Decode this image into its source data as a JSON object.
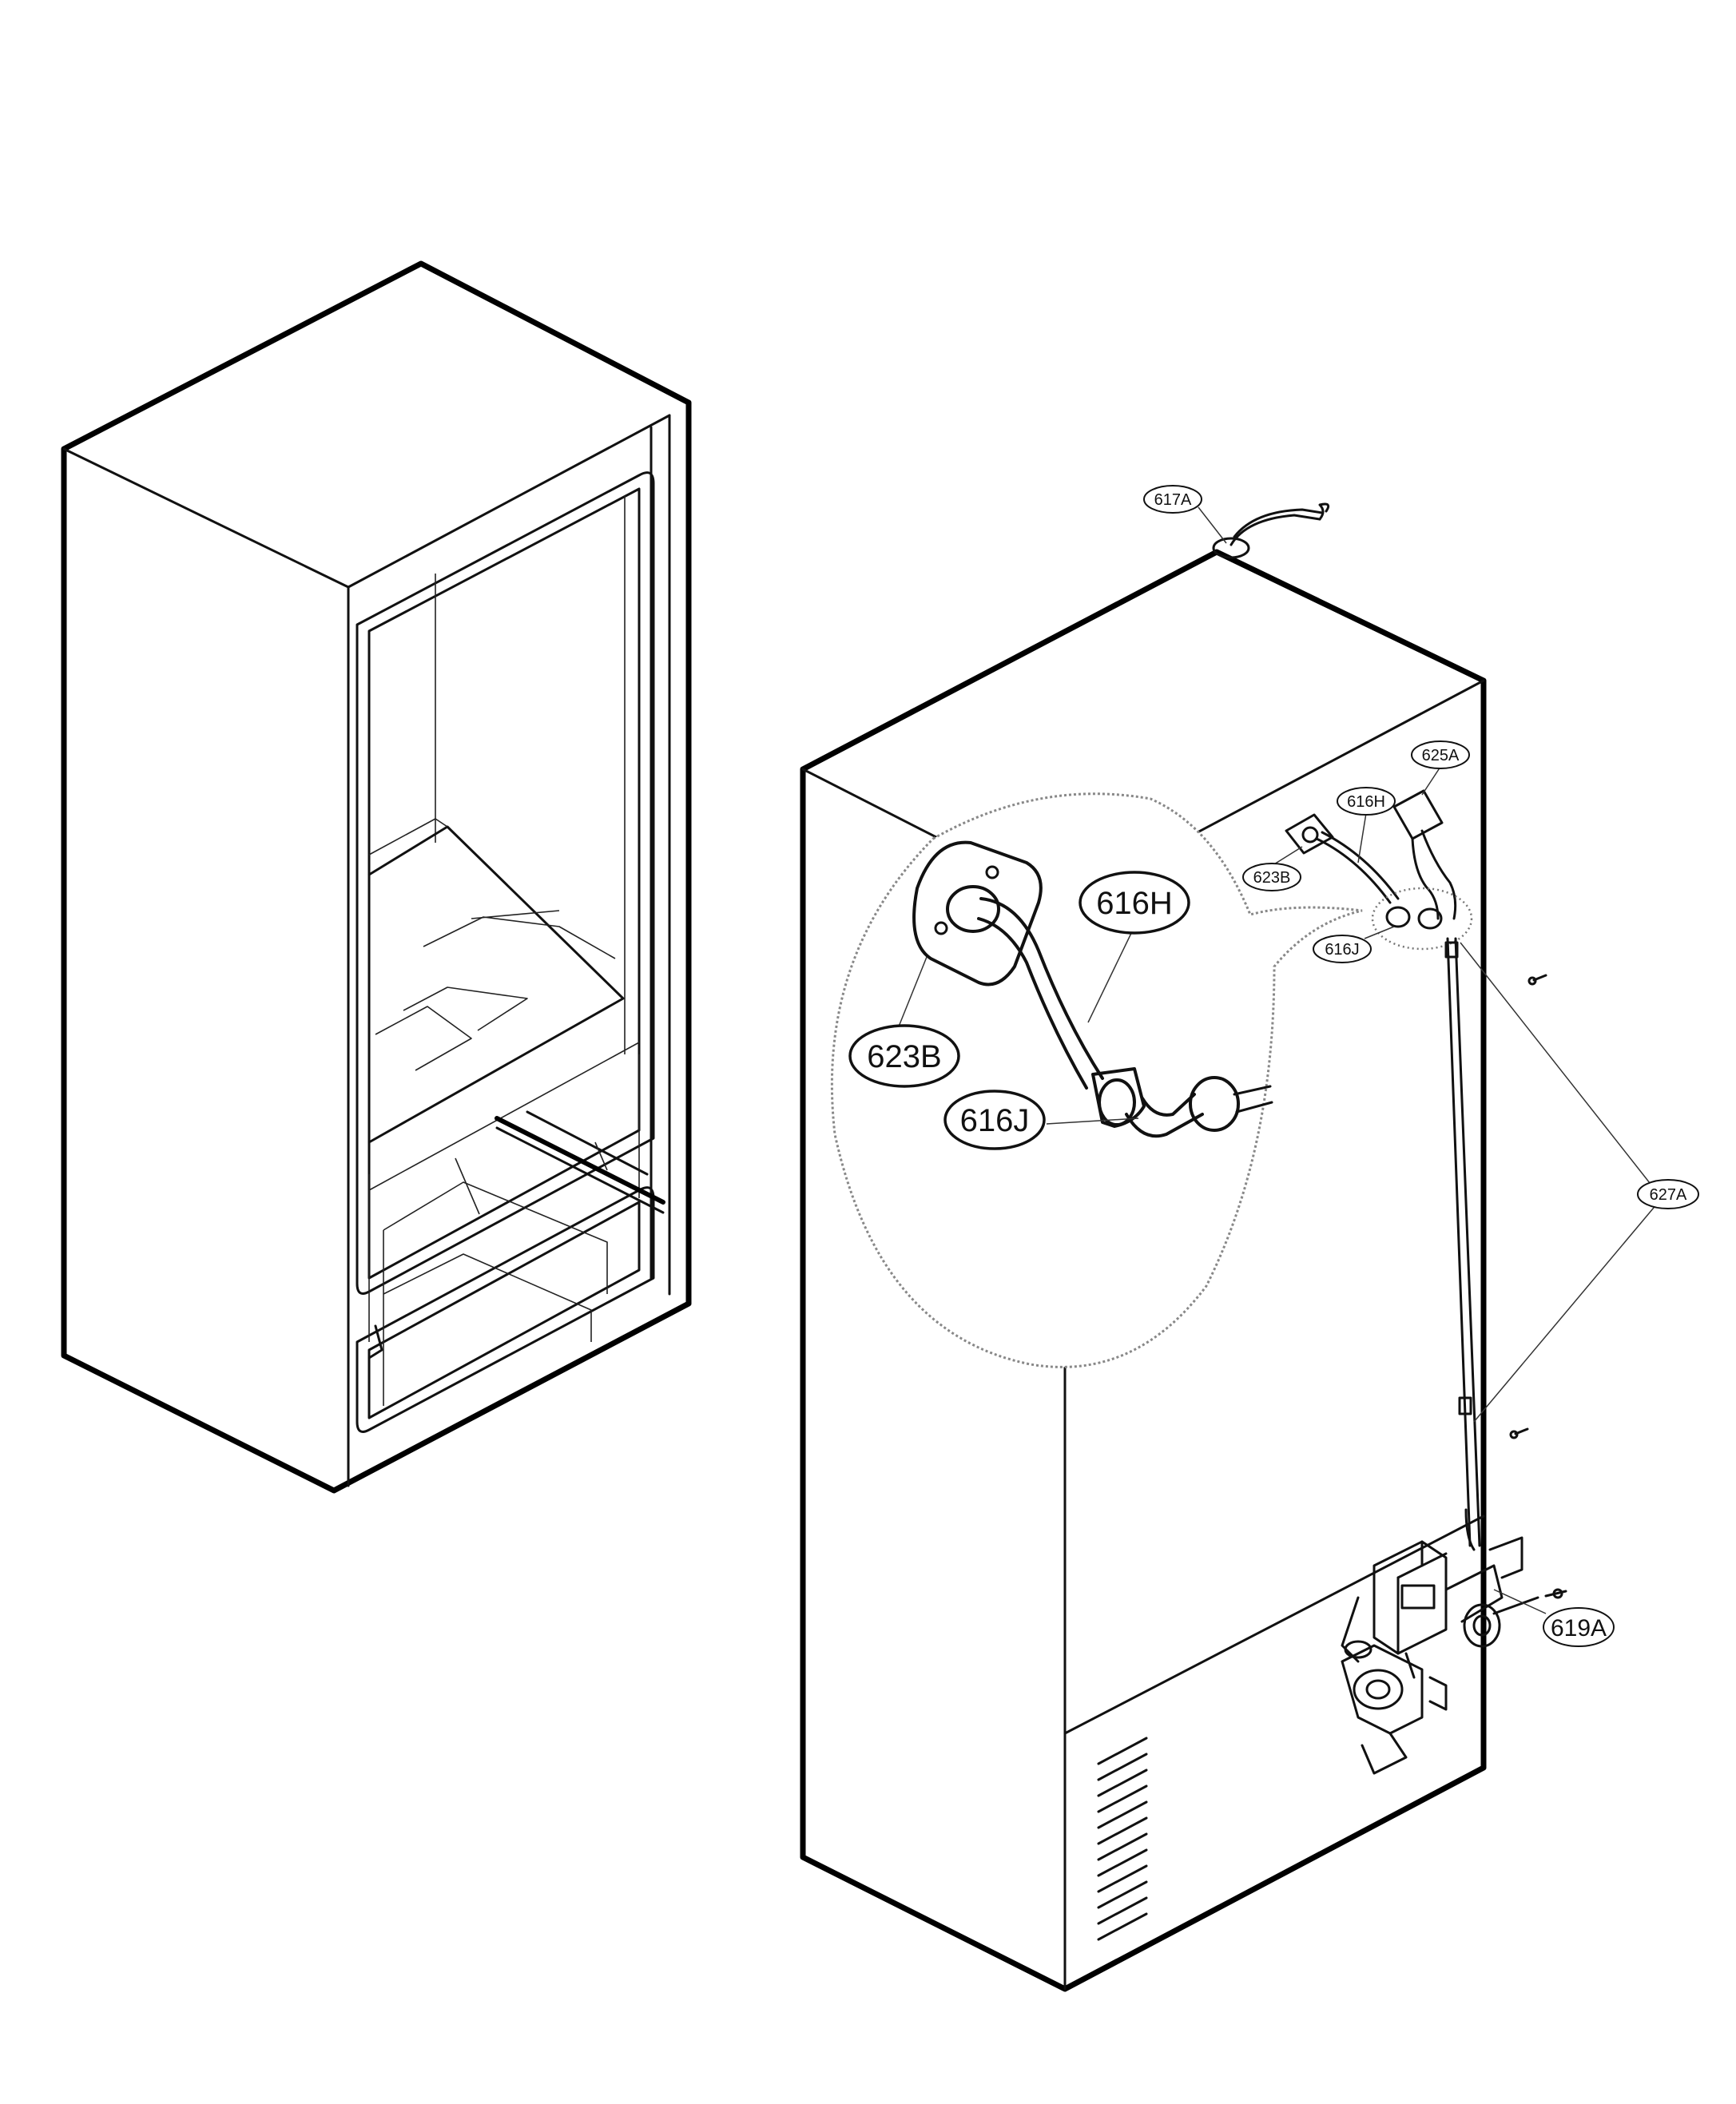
{
  "callouts": {
    "c617A": "617A",
    "c625A": "625A",
    "c616H_small": "616H",
    "c623B_small": "623B",
    "c616J_small": "616J",
    "c627A": "627A",
    "c619A": "619A",
    "c616H_big": "616H",
    "c623B_big": "623B",
    "c616J_big": "616J"
  }
}
